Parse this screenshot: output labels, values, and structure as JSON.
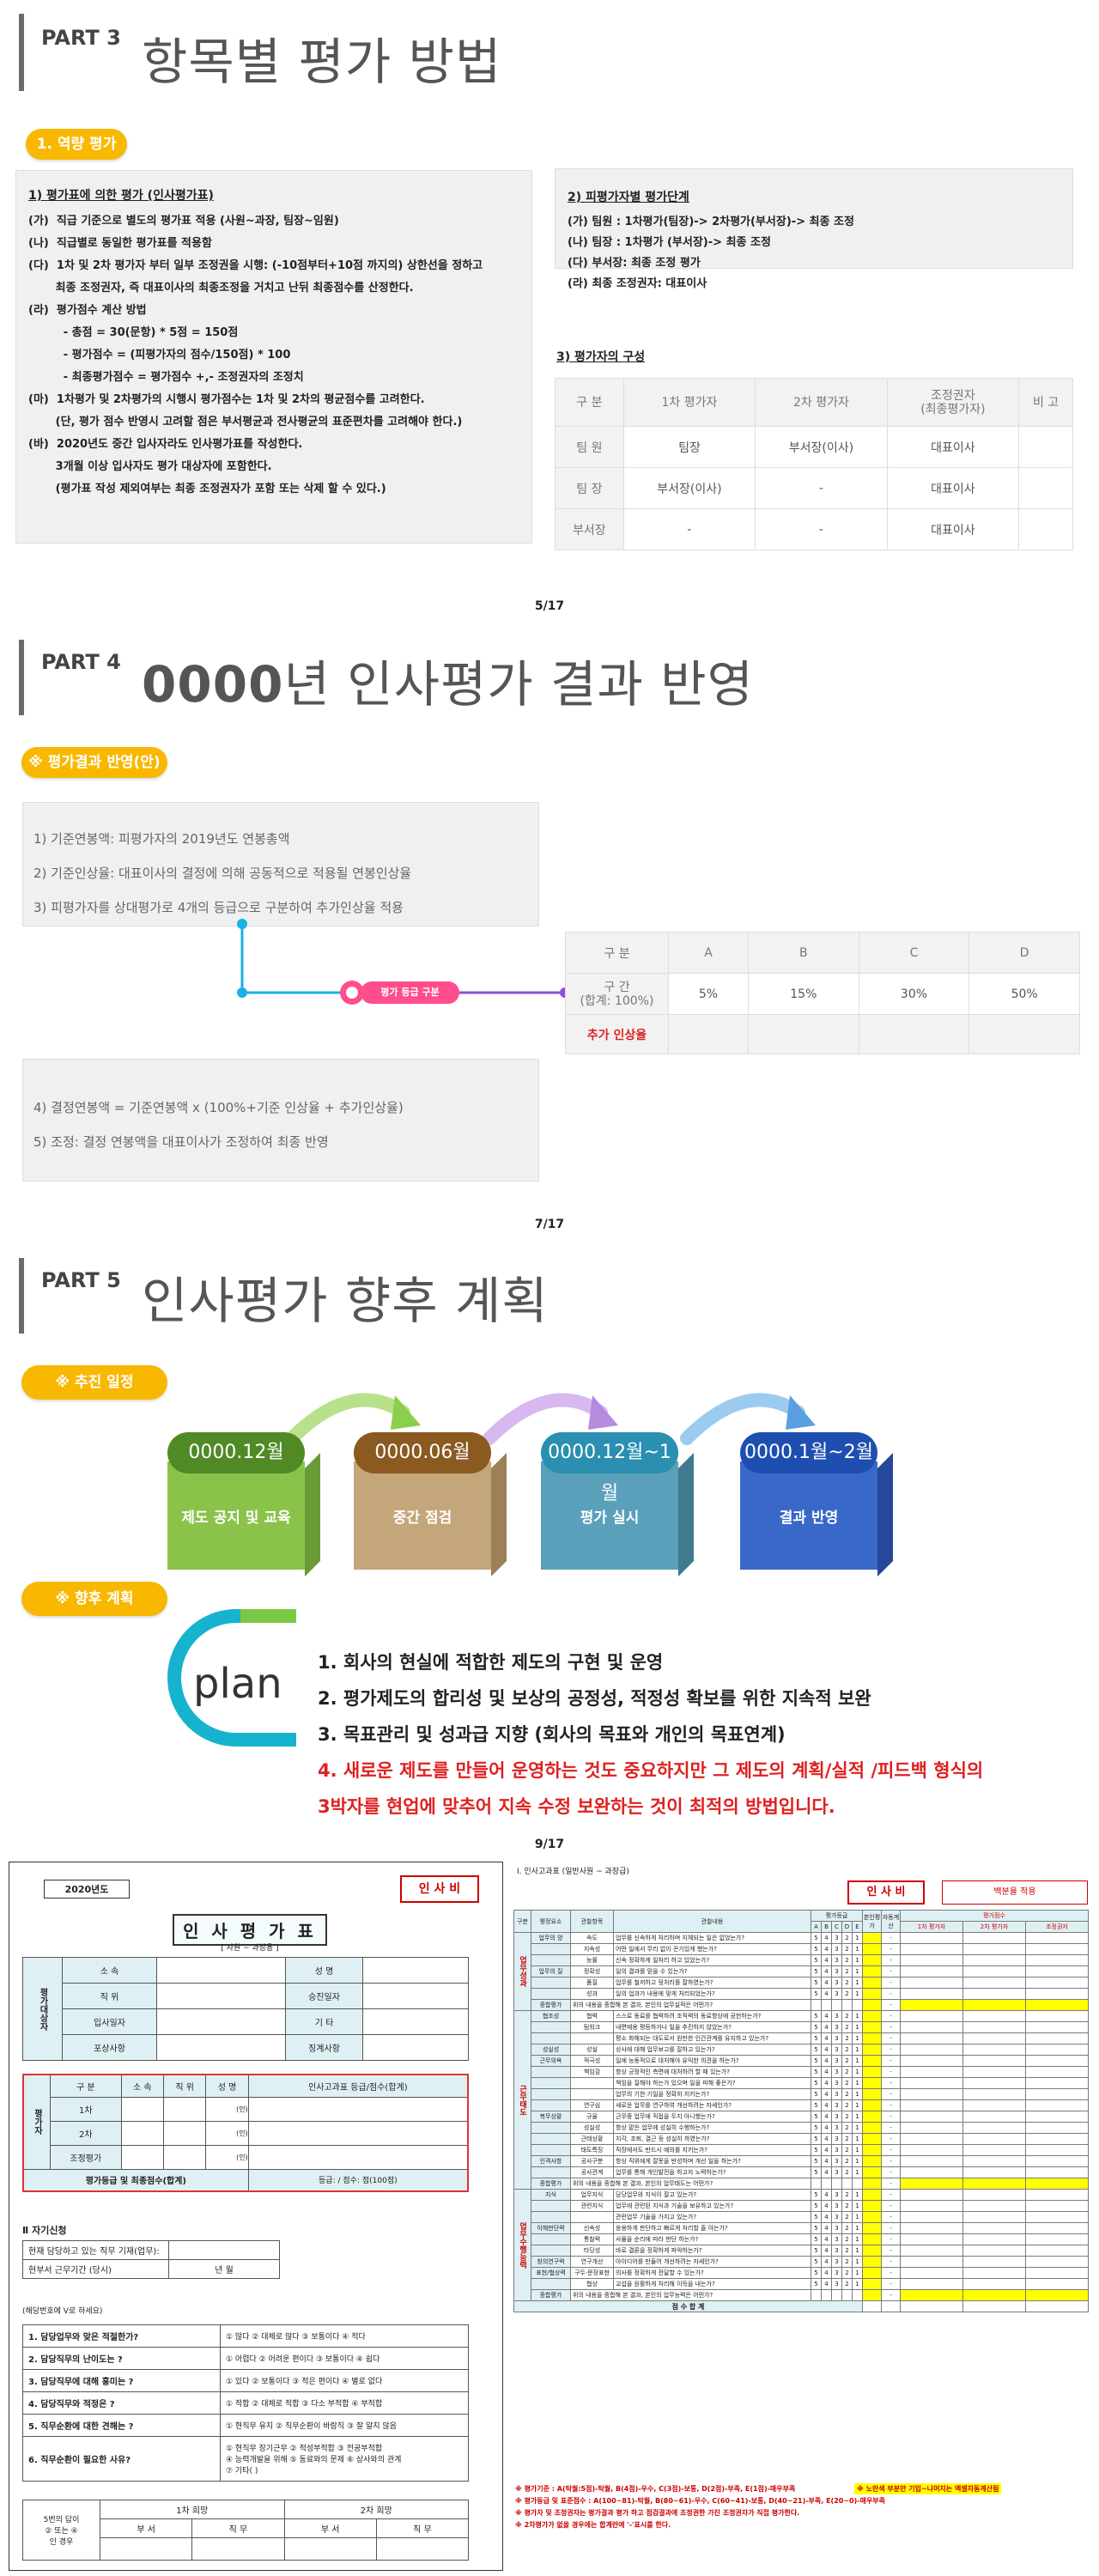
{
  "part3": {
    "label": "PART 3",
    "title": "항목별 평가 방법",
    "pill": "1. 역량 평가",
    "left_title": "1) 평가표에 의한 평가 (인사평가표)",
    "left_lines": [
      "(가)  직급 기준으로 별도의 평가표 적용 (사원~과장, 팀장~임원)",
      "(나)  직급별로 동일한 평가표를 적용함",
      "(다)  1차 및 2차 평가자 부터 일부 조정권을 시행: (-10점부터+10점 까지의) 상한선을 정하고",
      "       최종 조정권자, 즉 대표이사의 최종조정을 거치고 난뒤 최종점수를 산정한다.",
      "(라)  평가점수 계산 방법",
      "         - 총점 = 30(문항) * 5점 = 150점",
      "         - 평가점수 = (피평가자의 점수/150점) * 100",
      "         - 최종평가점수 = 평가점수 +,- 조정권자의 조정치",
      "(마)  1차평가 및 2차평가의 시행시 평가점수는 1차 및 2차의 평균점수를 고려한다.",
      "       (단, 평가 점수 반영시 고려할 점은 부서평균과 전사평균의 표준편차를 고려해야 한다.)",
      "(바)  2020년도 중간 입사자라도 인사평가표를 작성한다.",
      "       3개월 이상 입사자도 평가 대상자에 포함한다.",
      "       (평가표 작성 제외여부는 최종 조정권자가 포함 또는 삭제 할 수 있다.)"
    ],
    "right_title1": "2) 피평가자별 평가단계",
    "right_lines": [
      "(가)  팀원 : 1차평가(팀장)-> 2차평가(부서장)-> 최종 조정",
      "(나)  팀장 : 1차평가 (부서장)-> 최종 조정",
      "(다)  부서장: 최종 조정 평가",
      "(라)  최종 조정권자: 대표이사"
    ],
    "right_title2": "3) 평가자의 구성",
    "table_header": [
      "구 분",
      "1차 평가자",
      "2차 평가자",
      "조정권자\n(최종평가자)",
      "비 고"
    ],
    "table_rows": [
      [
        "팀 원",
        "팀장",
        "부서장(이사)",
        "대표이사",
        ""
      ],
      [
        "팀 장",
        "부서장(이사)",
        "-",
        "대표이사",
        ""
      ],
      [
        "부서장",
        "-",
        "-",
        "대표이사",
        ""
      ]
    ],
    "page": "5/17"
  },
  "part4": {
    "label": "PART 4",
    "title_bold": "0000",
    "title_rest": "년 인사평가 결과 반영",
    "pill": "※ 평가결과 반영(안)",
    "lines_top": [
      "1) 기준연봉액: 피평가자의 2019년도 연봉총액",
      "2) 기준인상율: 대표이사의 결정에 의해 공동적으로 적용될 연봉인상율",
      "3) 피평가자를 상대평가로 4개의 등급으로 구분하여 추가인상율 적용"
    ],
    "connector_label": "평가 등급 구분",
    "grade_header": [
      "구 분",
      "A",
      "B",
      "C",
      "D"
    ],
    "grade_row_label": "구 간\n(합계: 100%)",
    "grade_values": [
      "5%",
      "15%",
      "30%",
      "50%"
    ],
    "extra_label": "추가 인상율",
    "lines_bottom": [
      "4) 결정연봉액 = 기준연봉액 x (100%+기준 인상율 + 추가인상율)",
      "5) 조정: 결정 연봉액을 대표이사가 조정하여 최종 반영"
    ],
    "page": "7/17"
  },
  "part5": {
    "label": "PART 5",
    "title": "인사평가 향후 계획",
    "pill1": "※ 추진 일정",
    "steps": [
      {
        "date": "0000.12월",
        "text": "제도 공지 및 교육"
      },
      {
        "date": "0000.06월",
        "text": "중간 점검"
      },
      {
        "date": "0000.12월~1월",
        "text": "평가 실시"
      },
      {
        "date": "0000.1월~2월",
        "text": "결과 반영"
      }
    ],
    "colors": {
      "green": "#5a9e2f",
      "brown": "#b89868",
      "teal": "#4f99b3",
      "blue": "#2f5fbf",
      "accent": "#f9b800",
      "red": "#e02020"
    },
    "pill2": "※  향후 계획",
    "plan_word": "plan",
    "plan_lines": [
      "1. 회사의 현실에 적합한 제도의 구현 및 운영",
      "2. 평가제도의 합리성 및 보상의 공정성, 적정성 확보를 위한 지속적 보완",
      "3. 목표관리 및 성과급 지향 (회사의 목표와 개인의 목표연계)"
    ],
    "plan_red1": "4. 새로운 제도를 만들어 운영하는 것도 중요하지만 그 제도의 계획/실적 /피드백 형식의",
    "plan_red2": "    3박자를 현업에 맞추어 지속 수정 보완하는 것이 최적의 방법입니다.",
    "page": "9/17"
  },
  "form": {
    "year": "2020년도",
    "secret": "인 사 비",
    "title": "인 사 평 가 표",
    "subtitle": "[ 사원 ~ 과장용 ]",
    "person_side": "평가대상자",
    "person_rows": [
      [
        "소  속",
        "성    명"
      ],
      [
        "직  위",
        "승진일자"
      ],
      [
        "입사일자",
        "기    타"
      ],
      [
        "포상사항",
        "징계사항"
      ]
    ],
    "eval_side": "평가자",
    "eval_header": [
      "구  분",
      "소  속",
      "직  위",
      "성  명",
      "인사고과표 등급/점수(합계)"
    ],
    "eval_rows": [
      "1차",
      "2차",
      "조정평가"
    ],
    "seal": "(인)",
    "summary": "평가등급 및 최종점수(합계)",
    "grade": "등급:",
    "score": "/ 점수:",
    "total": "점(100점)",
    "self_title": "Ⅱ 자기신청",
    "self_rows": [
      [
        "현재 담당하고 있는 직무 기재(업무):",
        ""
      ],
      [
        "현부서 근무기간 (당시)",
        "년     월"
      ]
    ],
    "check_note": "(해당번호에 V로 하세요)",
    "questions": [
      [
        "1. 담당업무와 맞은 적절한가?",
        "① 많다  ② 대체로 많다  ③ 보통이다  ④ 적다"
      ],
      [
        "2. 담당직무의 난이도는 ?",
        "① 어렵다 ② 어려운 편이다 ③ 보통이다 ④ 쉽다"
      ],
      [
        "3. 담당직무에 대해 흥미는 ?",
        "① 있다 ② 보통이다 ③ 적은 편이다 ④ 별로 없다"
      ],
      [
        "4. 담당직무와 적정은 ?",
        "① 적합  ② 대체로 적합  ③ 다소 부적합 ④ 부적합"
      ],
      [
        "5. 직무순환에 대한 견해는 ?",
        "① 현직무 유지 ② 직무순환이 바람직 ③ 잘 알지 않음"
      ],
      [
        "6. 직무순환이 필요한 사유?",
        "① 현직무 장기근무 ② 적성부적합 ③ 전공부적합\n④ 능력개발을 위해 ⑤ 동료와의 문제 ⑥ 상사와의 관계\n⑦ 기타(             )"
      ]
    ],
    "wish_label": "5번의 답이\n② 또는 ④\n인 경우",
    "wish_header": [
      "1차 희망",
      "2차 희망"
    ],
    "wish_sub": [
      "부  서",
      "직  무",
      "부  서",
      "직  무"
    ]
  },
  "grid": {
    "title": "Ⅰ. 인사고과표 (일반사원 ~ 과장급)",
    "secret": "인 사 비",
    "note": "백분율 적용",
    "header": [
      "구분",
      "평정요소",
      "관찰항목",
      "관찰내용",
      "평가등급",
      "본인평가",
      "자동계산",
      "평가점수"
    ],
    "grades": [
      "A",
      "B",
      "C",
      "D",
      "E"
    ],
    "score_cols": [
      "1차 평가자",
      "2차 평가자",
      "조정권자"
    ],
    "sections": [
      {
        "name": "업무성과",
        "rows": [
          [
            "업무의 양",
            "속도",
            "업무를 신속하게 처리하며 지체되는 일은 없었는가?"
          ],
          [
            "",
            "지속성",
            "어떤 일에서 무리 없이 끈기있게 했는가?"
          ],
          [
            "",
            "능률",
            "신속 정확하게 일처리 하고 있었는가?"
          ],
          [
            "업무의 질",
            "정확성",
            "일의 결과를 믿을 수 있는가?"
          ],
          [
            "",
            "품질",
            "업무를 철저하고 뒷처리를 잘하였는가?"
          ],
          [
            "",
            "성과",
            "일의 업과가 내용에 맞게 처리되었는가?"
          ]
        ],
        "total": "종합평가",
        "total_text": "위의 내용을 종합해 본 결과, 본인의 업무실적은 어떤가?"
      },
      {
        "name": "근무태도",
        "rows": [
          [
            "협조성",
            "협력",
            "스스로 동료를 협력하려 조직력의 동료향상에 공헌하는가?"
          ],
          [
            "",
            "팀워크",
            "내면에용 평등하거나 일을 추진하지 않았는가?"
          ],
          [
            "",
            "",
            "평소 화해되는 대도로서 원만한 인간관계를 유지하고 있는가?"
          ],
          [
            "성실성",
            "성실",
            "상사에 대해 업무보고를 잘하고 있는가?"
          ],
          [
            "근무의욕",
            "적극성",
            "일에 능동적으로 대처해야 유익한 의견을 하는가?"
          ],
          [
            "",
            "책임감",
            "항상 긍정적인 측면에 대처하려 할 때 있는가?"
          ],
          [
            "",
            "",
            "책임을 질해야 하는가 있으며 일을 피해 좋은가?"
          ],
          [
            "",
            "",
            "업무의 기한·기일을 정확히 지키는가?"
          ],
          [
            "",
            "연구심",
            "새로운 업무를 연구하여 개선하려는 자세인가?"
          ],
          [
            "복무상황",
            "규율",
            "근무중 업무에 직접을 두지 아니했는가?"
          ],
          [
            "",
            "성실성",
            "항상 맡은 업무에 성실히 수행하는가?"
          ],
          [
            "",
            "근태상황",
            "지각, 조퇴, 결근 등 성실히 하였는가?"
          ],
          [
            "",
            "태도특징",
            "직장에서도 반드시 예의를 지키는가?"
          ],
          [
            "인격사항",
            "공사구분",
            "항상 직위에게 잘못을 반성하며 개선 일을 하는가?"
          ],
          [
            "",
            "공사관계",
            "업무를 통해 개인발전을 하고자 노력하는가?"
          ]
        ],
        "total": "종합평가",
        "total_text": "위의 내용을 종합해 본 결과, 본인의 업무태도는 어떤가?"
      },
      {
        "name": "업무수행능력",
        "rows": [
          [
            "지식",
            "업무지식",
            "담당업무와 지식이 잘고 있는가?"
          ],
          [
            "",
            "관련지식",
            "업무에 관련된 지식과 기술을 보유하고 있는가?"
          ],
          [
            "",
            "",
            "관련업무 기술을 가지고 있는가?"
          ],
          [
            "이해판단력",
            "신속성",
            "응용하게 판단하고 빠르게 처리할 줄 아는가?"
          ],
          [
            "",
            "통찰력",
            "사물을 순리에 따라 판단 하는가?"
          ],
          [
            "",
            "타당성",
            "바로 결론을 정확하게 파악하는가?"
          ],
          [
            "창의연구력",
            "연구개선",
            "아이디어를 만들어 개선하려는 자세인가?"
          ],
          [
            "표현/협상력",
            "구두·문장표현",
            "의사를 정확하게 전달할 수 있는가?"
          ],
          [
            "",
            "협상",
            "교섭을 원활하게 처리해 이득을 내는가?"
          ]
        ],
        "total": "종합평가",
        "total_text": "위의 내용을 종합해 본 결과, 본인의 업무능력은 어떤가?"
      }
    ],
    "sum_label": "점 수 합 계",
    "notes": [
      "※ 평가기준 : A(탁월:5점)-탁월, B(4점)-우수, C(3점)-보통, D(2점)-부족, E(1점)-매우부족",
      "※ 평가등급 및 표준점수 : A(100~81)-탁월, B(80~61)-우수, C(60~41)-보통, D(40~21)-부족, E(20~0)-매우부족",
      "※ 평가자 및 조정권자는 평가결과 평가 하고 점검결과에 조정권한 가진 조정권자가 직접 평가한다.",
      "※ 2차평가가 없을 경우에는 합계란에 '-'표시를 한다."
    ],
    "yellow_note": "※ 노란색 부분만 기입~나머지는 엑셀자동계산됨"
  }
}
